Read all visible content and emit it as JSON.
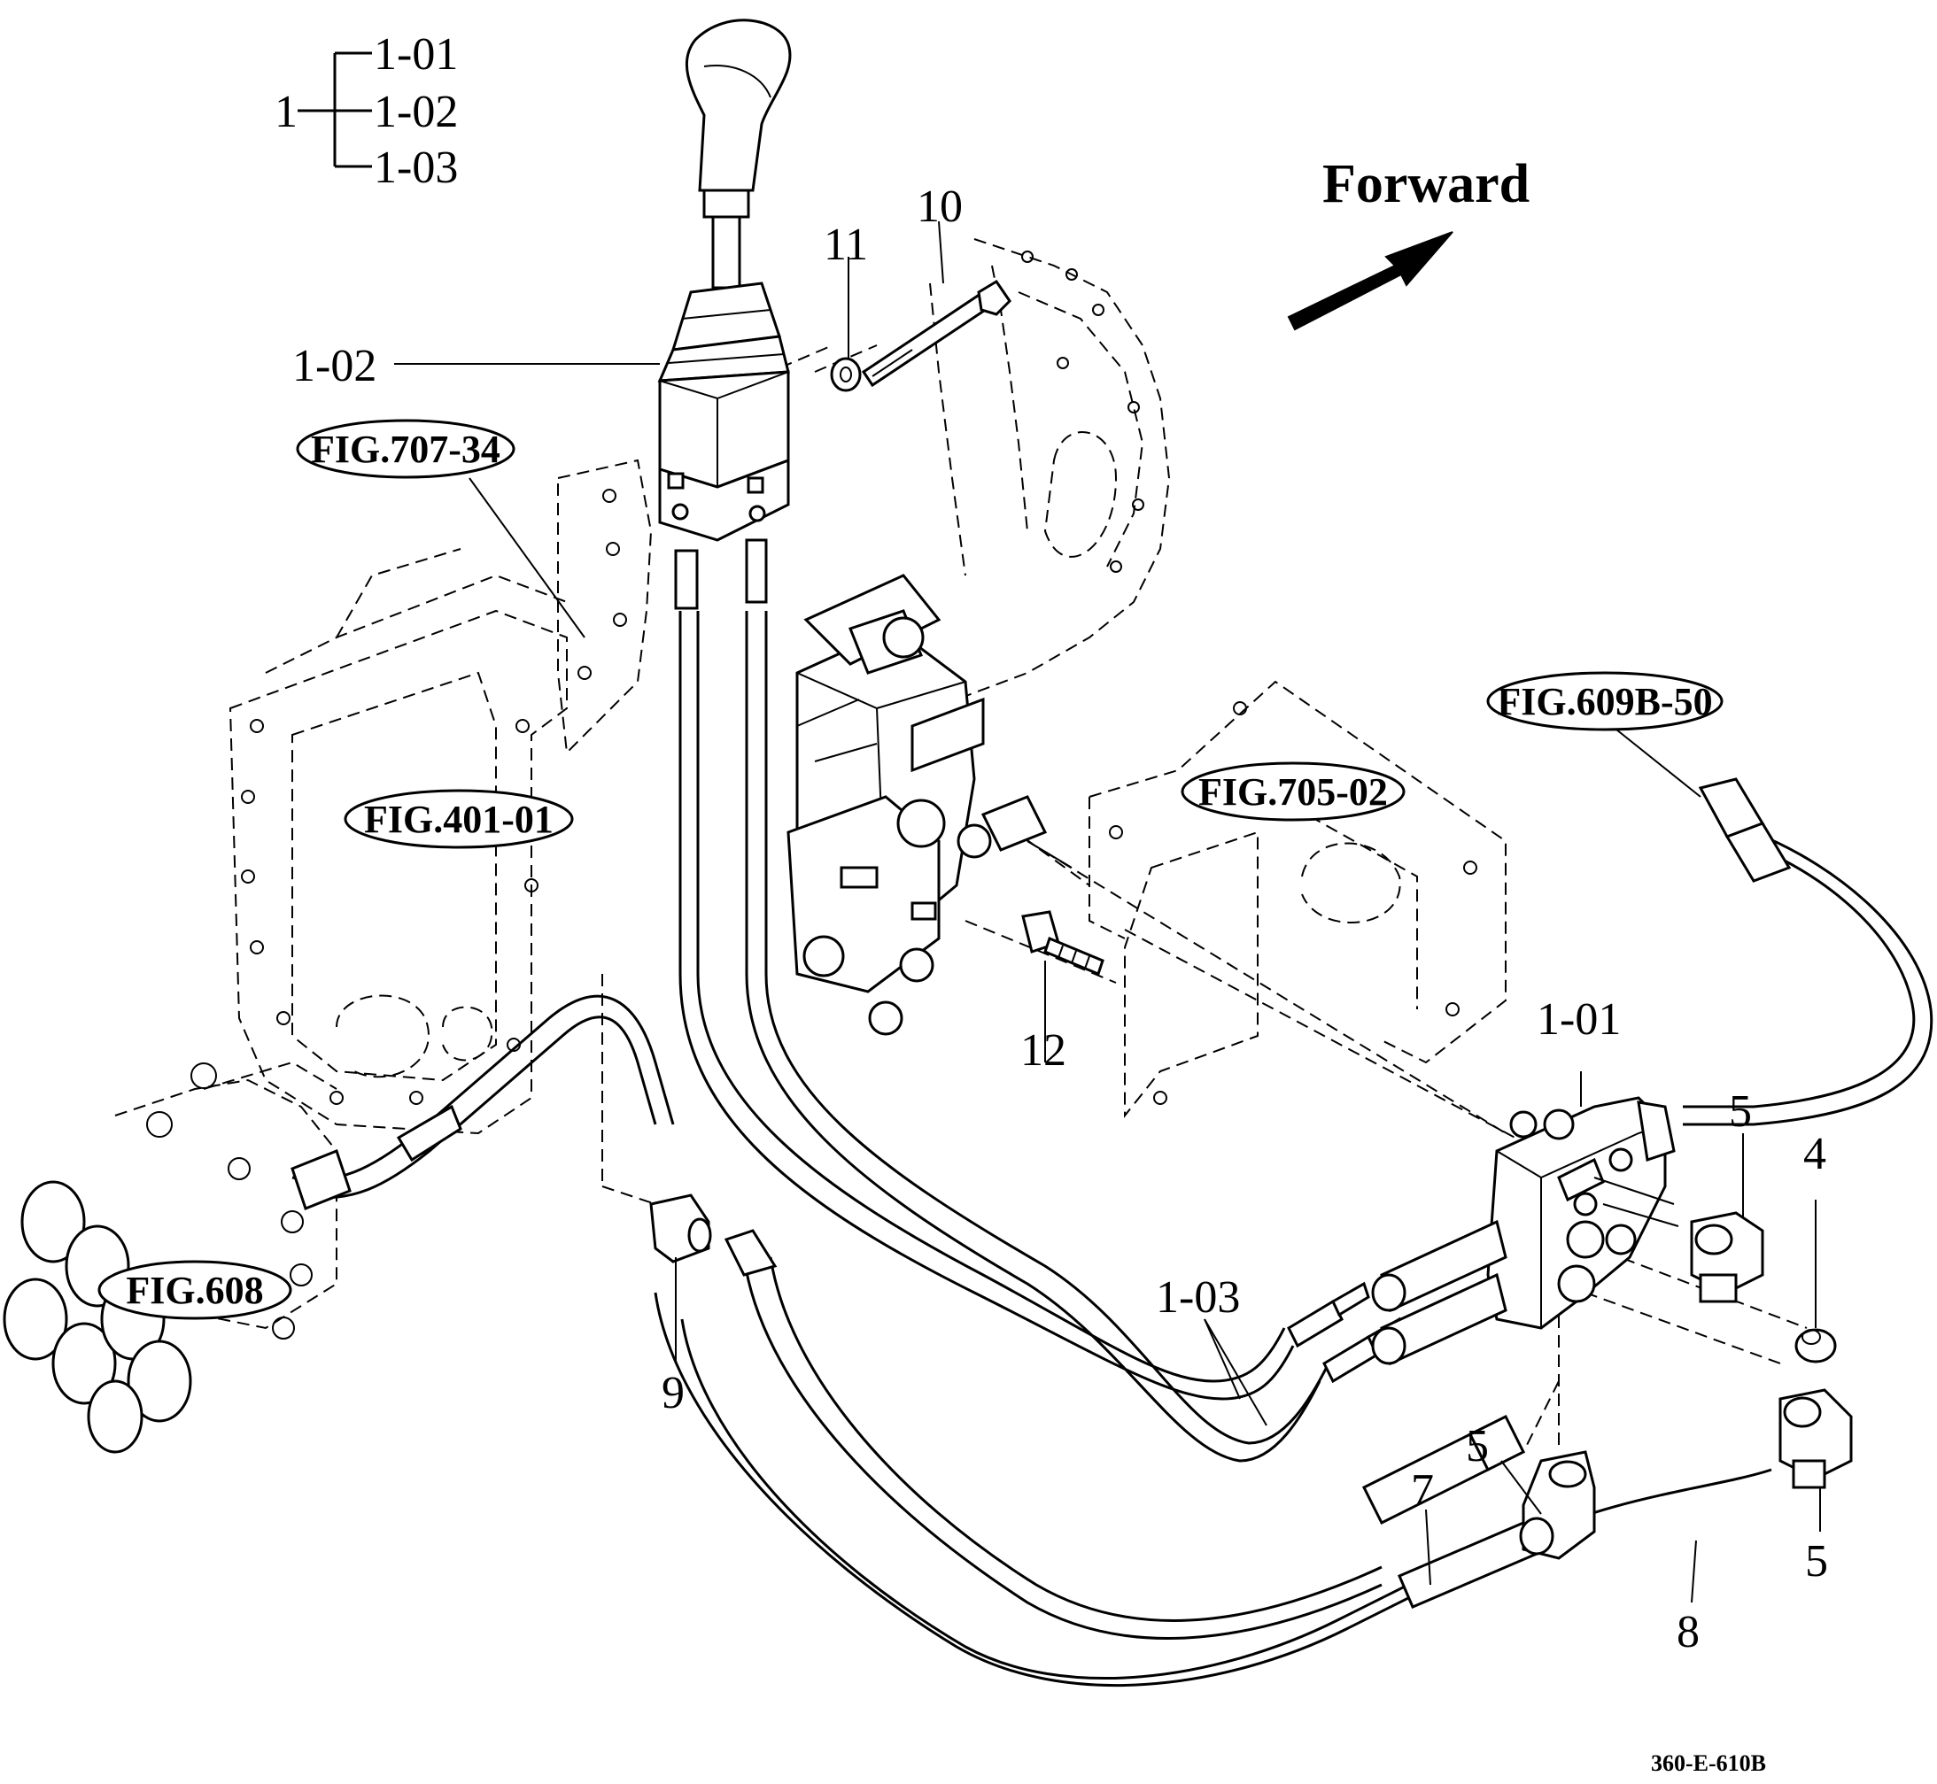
{
  "diagram": {
    "code": "360-E-610B",
    "direction_label": "Forward",
    "tree": {
      "root": "1",
      "children": [
        "1-01",
        "1-02",
        "1-03"
      ]
    },
    "callouts": {
      "c1_02": "1-02",
      "c1_01": "1-01",
      "c1_03": "1-03",
      "c4": "4",
      "c5a": "5",
      "c5b": "5",
      "c5c": "5",
      "c7": "7",
      "c8": "8",
      "c9": "9",
      "c10": "10",
      "c11": "11",
      "c12": "12"
    },
    "references": {
      "fig707": "FIG.707-34",
      "fig609": "FIG.609B-50",
      "fig401": "FIG.401-01",
      "fig705": "FIG.705-02",
      "fig608": "FIG.608"
    }
  }
}
